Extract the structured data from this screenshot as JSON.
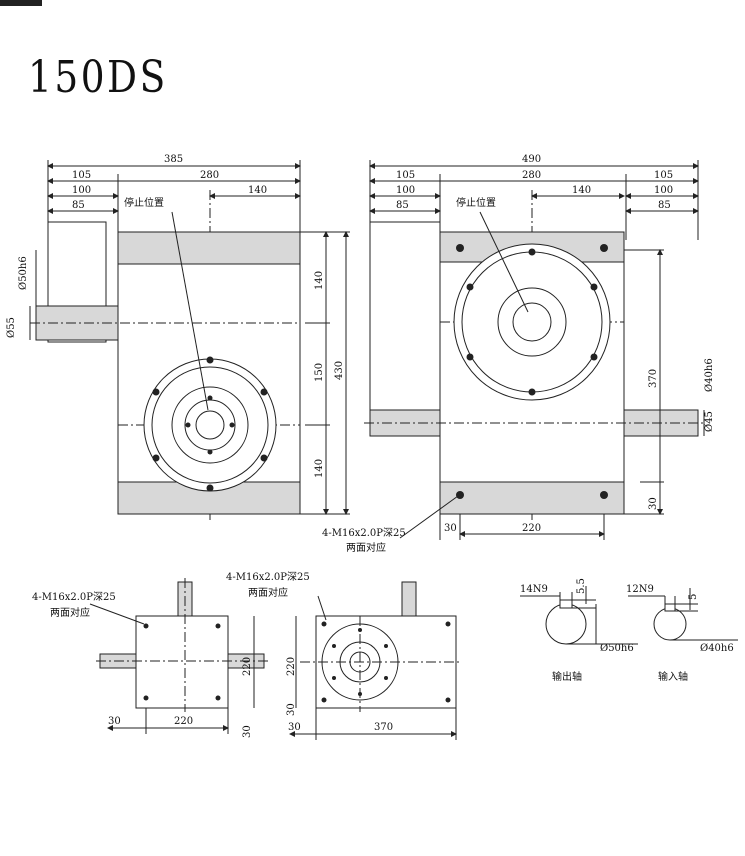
{
  "title": "150DS",
  "colors": {
    "line": "#222222",
    "body": "#d8d8d8",
    "paper": "#ffffff"
  },
  "front_view": {
    "dims_top": [
      "385",
      "105",
      "280",
      "100",
      "140",
      "85"
    ],
    "stop_label": "停止位置",
    "dims_right": [
      "140",
      "150",
      "430",
      "140"
    ],
    "dims_left": [
      "Ø50h6",
      "Ø55"
    ]
  },
  "side_view": {
    "dims_top": [
      "490",
      "105",
      "280",
      "105",
      "100",
      "140",
      "100",
      "85",
      "85"
    ],
    "stop_label": "停止位置",
    "dims_right": [
      "370",
      "Ø40h6",
      "Ø45",
      "30"
    ],
    "dims_bottom": [
      "30",
      "220"
    ],
    "tap_note": "4-M16x2.0P深25",
    "tap_note2": "两面对应"
  },
  "bottom_left": {
    "tap_note": "4-M16x2.0P深25",
    "tap_note2": "两面对应",
    "dims": [
      "220",
      "30",
      "220",
      "30"
    ]
  },
  "bottom_mid": {
    "tap_note": "4-M16x2.0P深25",
    "tap_note2": "两面对应",
    "dims": [
      "220",
      "30",
      "30",
      "370"
    ]
  },
  "shafts": {
    "output": {
      "key": "14N9",
      "depth": "5.5",
      "dia": "Ø50h6",
      "label": "输出轴"
    },
    "input": {
      "key": "12N9",
      "depth": "5",
      "dia": "Ø40h6",
      "label": "输入轴"
    }
  }
}
